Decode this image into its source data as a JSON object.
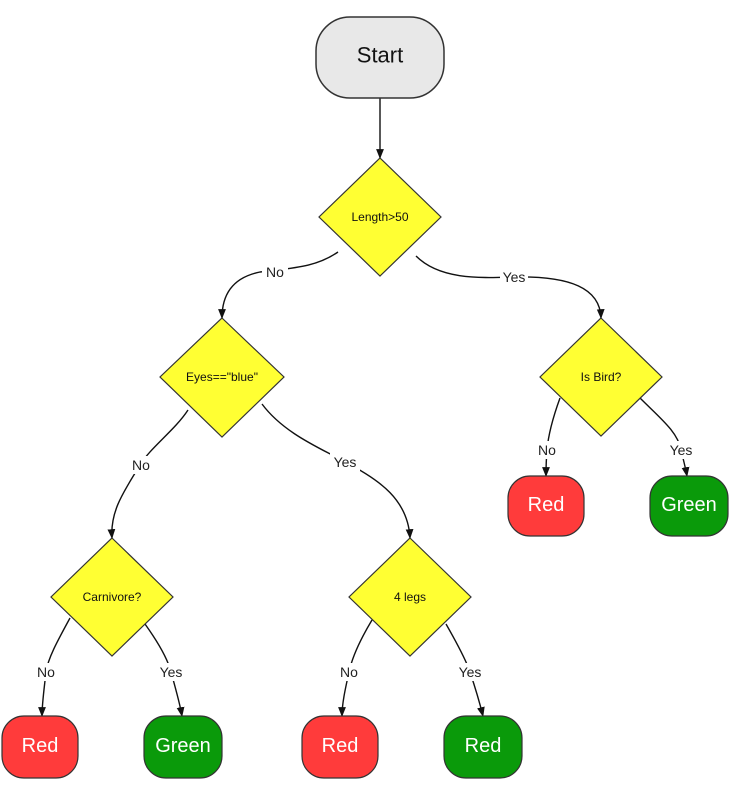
{
  "colors": {
    "start_fill": "#e8e8e8",
    "decision_fill": "#ffff33",
    "red_fill": "#ff3b3b",
    "green_fill": "#0a9a0a",
    "stroke": "#333333"
  },
  "nodes": {
    "start": {
      "label": "Start"
    },
    "length": {
      "label": "Length>50"
    },
    "eyes": {
      "label": "Eyes==\"blue\""
    },
    "bird": {
      "label": "Is Bird?"
    },
    "carnivore": {
      "label": "Carnivore?"
    },
    "legs": {
      "label": "4 legs"
    },
    "bird_no": {
      "label": "Red"
    },
    "bird_yes": {
      "label": "Green"
    },
    "carn_no": {
      "label": "Red"
    },
    "carn_yes": {
      "label": "Green"
    },
    "legs_no": {
      "label": "Red"
    },
    "legs_yes": {
      "label": "Red"
    }
  },
  "edges": {
    "length_no": {
      "label": "No"
    },
    "length_yes": {
      "label": "Yes"
    },
    "eyes_no": {
      "label": "No"
    },
    "eyes_yes": {
      "label": "Yes"
    },
    "bird_no": {
      "label": "No"
    },
    "bird_yes": {
      "label": "Yes"
    },
    "carn_no": {
      "label": "No"
    },
    "carn_yes": {
      "label": "Yes"
    },
    "legs_no": {
      "label": "No"
    },
    "legs_yes": {
      "label": "Yes"
    }
  }
}
